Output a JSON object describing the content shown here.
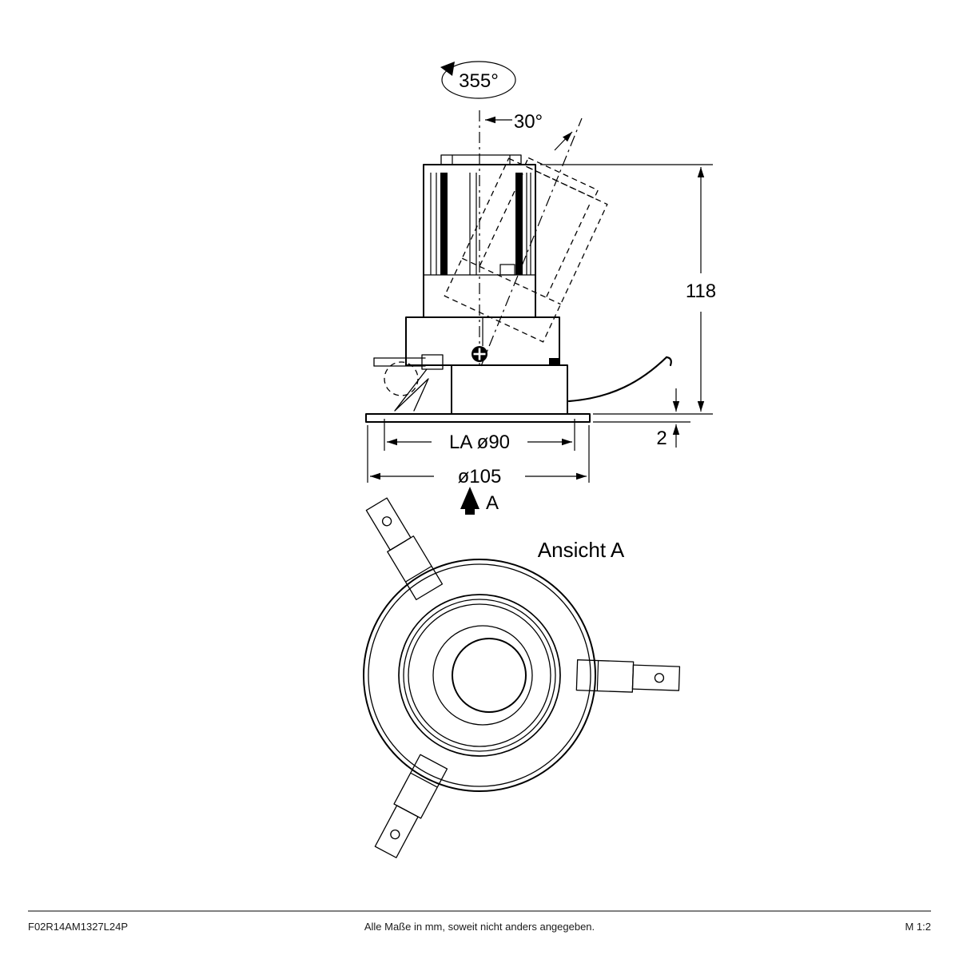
{
  "side_view": {
    "rotation_label": "355°",
    "tilt_label": "30°",
    "height_label": "118",
    "flange_thickness_label": "2",
    "cutout_label": "LA ø90",
    "outer_diameter_label": "ø105",
    "view_marker_label": "A"
  },
  "top_view": {
    "title": "Ansicht A"
  },
  "footer": {
    "article_number": "F02R14AM1327L24P",
    "note": "Alle Maße in mm, soweit nicht anders angegeben.",
    "scale": "M 1:2"
  },
  "colors": {
    "line": "#000000",
    "background": "#ffffff"
  }
}
